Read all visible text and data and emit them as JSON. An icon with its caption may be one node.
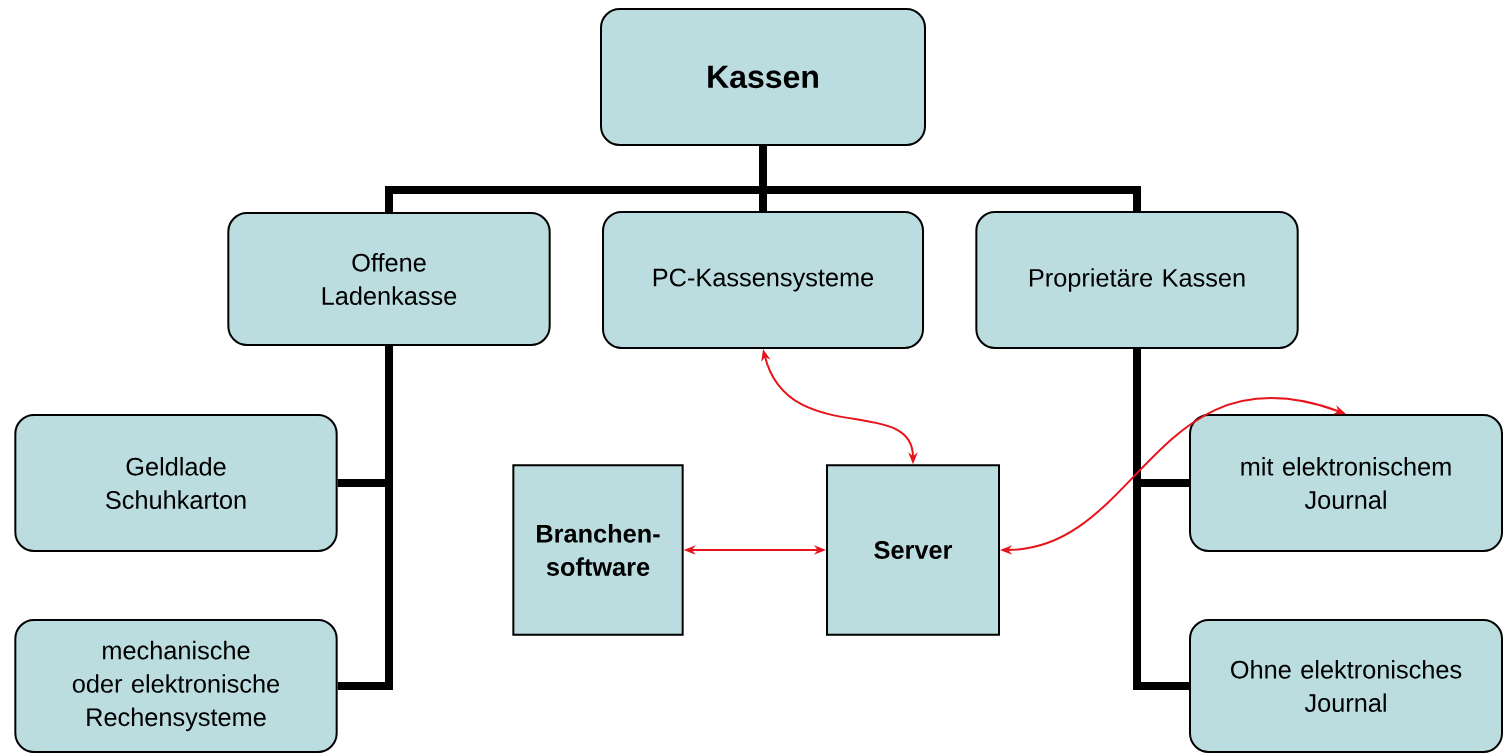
{
  "diagram": {
    "nodes": [
      {
        "text": [
          "Kassen"
        ]
      },
      {
        "text": [
          "Offene Ladenkasse"
        ]
      },
      {
        "text": [
          "PC-Kassensysteme"
        ]
      },
      {
        "text": [
          "Proprietäre Kassen"
        ]
      },
      {
        "text": [
          "Geldlade Schuhkarton"
        ]
      },
      {
        "text": [
          "mechanische oder elektronische Rechensysteme"
        ]
      },
      {
        "text": [
          "Branchen-software"
        ]
      },
      {
        "text": [
          "Server"
        ]
      },
      {
        "text": [
          "mit elektronischem Journal"
        ]
      },
      {
        "text": [
          "Ohne elektronisches Journal"
        ]
      }
    ],
    "edges": [
      {
        "from": 0,
        "to": 1,
        "arrow": "none"
      },
      {
        "from": 0,
        "to": 2,
        "arrow": "none"
      },
      {
        "from": 0,
        "to": 3,
        "arrow": "none"
      },
      {
        "from": 1,
        "to": 4,
        "arrow": "none"
      },
      {
        "from": 1,
        "to": 5,
        "arrow": "none"
      },
      {
        "from": 3,
        "to": 8,
        "arrow": "none"
      },
      {
        "from": 3,
        "to": 9,
        "arrow": "none"
      },
      {
        "from": 2,
        "to": 7,
        "arrow": "both",
        "color": "#e8141c"
      },
      {
        "from": 6,
        "to": 7,
        "arrow": "both",
        "color": "#e8141c"
      },
      {
        "from": 7,
        "to": 8,
        "arrow": "both",
        "color": "#e8141c"
      }
    ]
  }
}
